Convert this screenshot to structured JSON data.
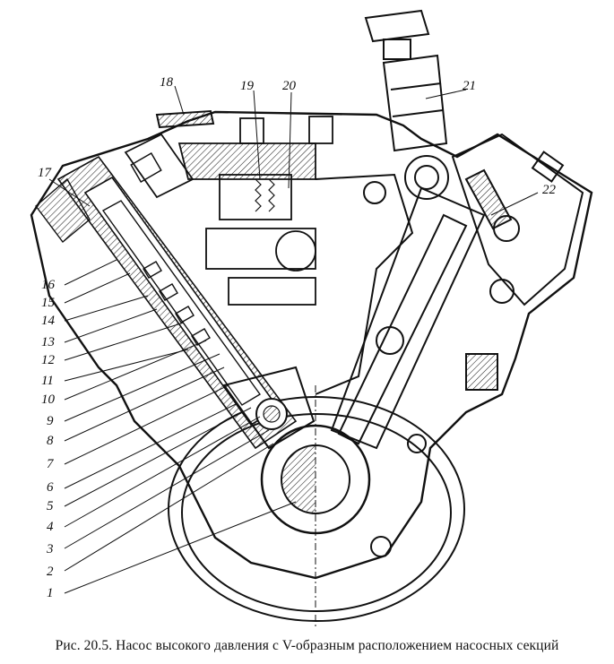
{
  "figure": {
    "caption_prefix": "Рис.",
    "figure_number": "20.5.",
    "caption_text": "Насос высокого давления с V-образным расположением насосных секций"
  },
  "callouts": [
    {
      "id": "1",
      "label": "1"
    },
    {
      "id": "2",
      "label": "2"
    },
    {
      "id": "3",
      "label": "3"
    },
    {
      "id": "4",
      "label": "4"
    },
    {
      "id": "5",
      "label": "5"
    },
    {
      "id": "6",
      "label": "6"
    },
    {
      "id": "7",
      "label": "7"
    },
    {
      "id": "8",
      "label": "8"
    },
    {
      "id": "9",
      "label": "9"
    },
    {
      "id": "10",
      "label": "10"
    },
    {
      "id": "11",
      "label": "11"
    },
    {
      "id": "12",
      "label": "12"
    },
    {
      "id": "13",
      "label": "13"
    },
    {
      "id": "14",
      "label": "14"
    },
    {
      "id": "15",
      "label": "15"
    },
    {
      "id": "16",
      "label": "16"
    },
    {
      "id": "17",
      "label": "17"
    },
    {
      "id": "18",
      "label": "18"
    },
    {
      "id": "19",
      "label": "19"
    },
    {
      "id": "20",
      "label": "20"
    },
    {
      "id": "21",
      "label": "21"
    },
    {
      "id": "22",
      "label": "22"
    }
  ]
}
